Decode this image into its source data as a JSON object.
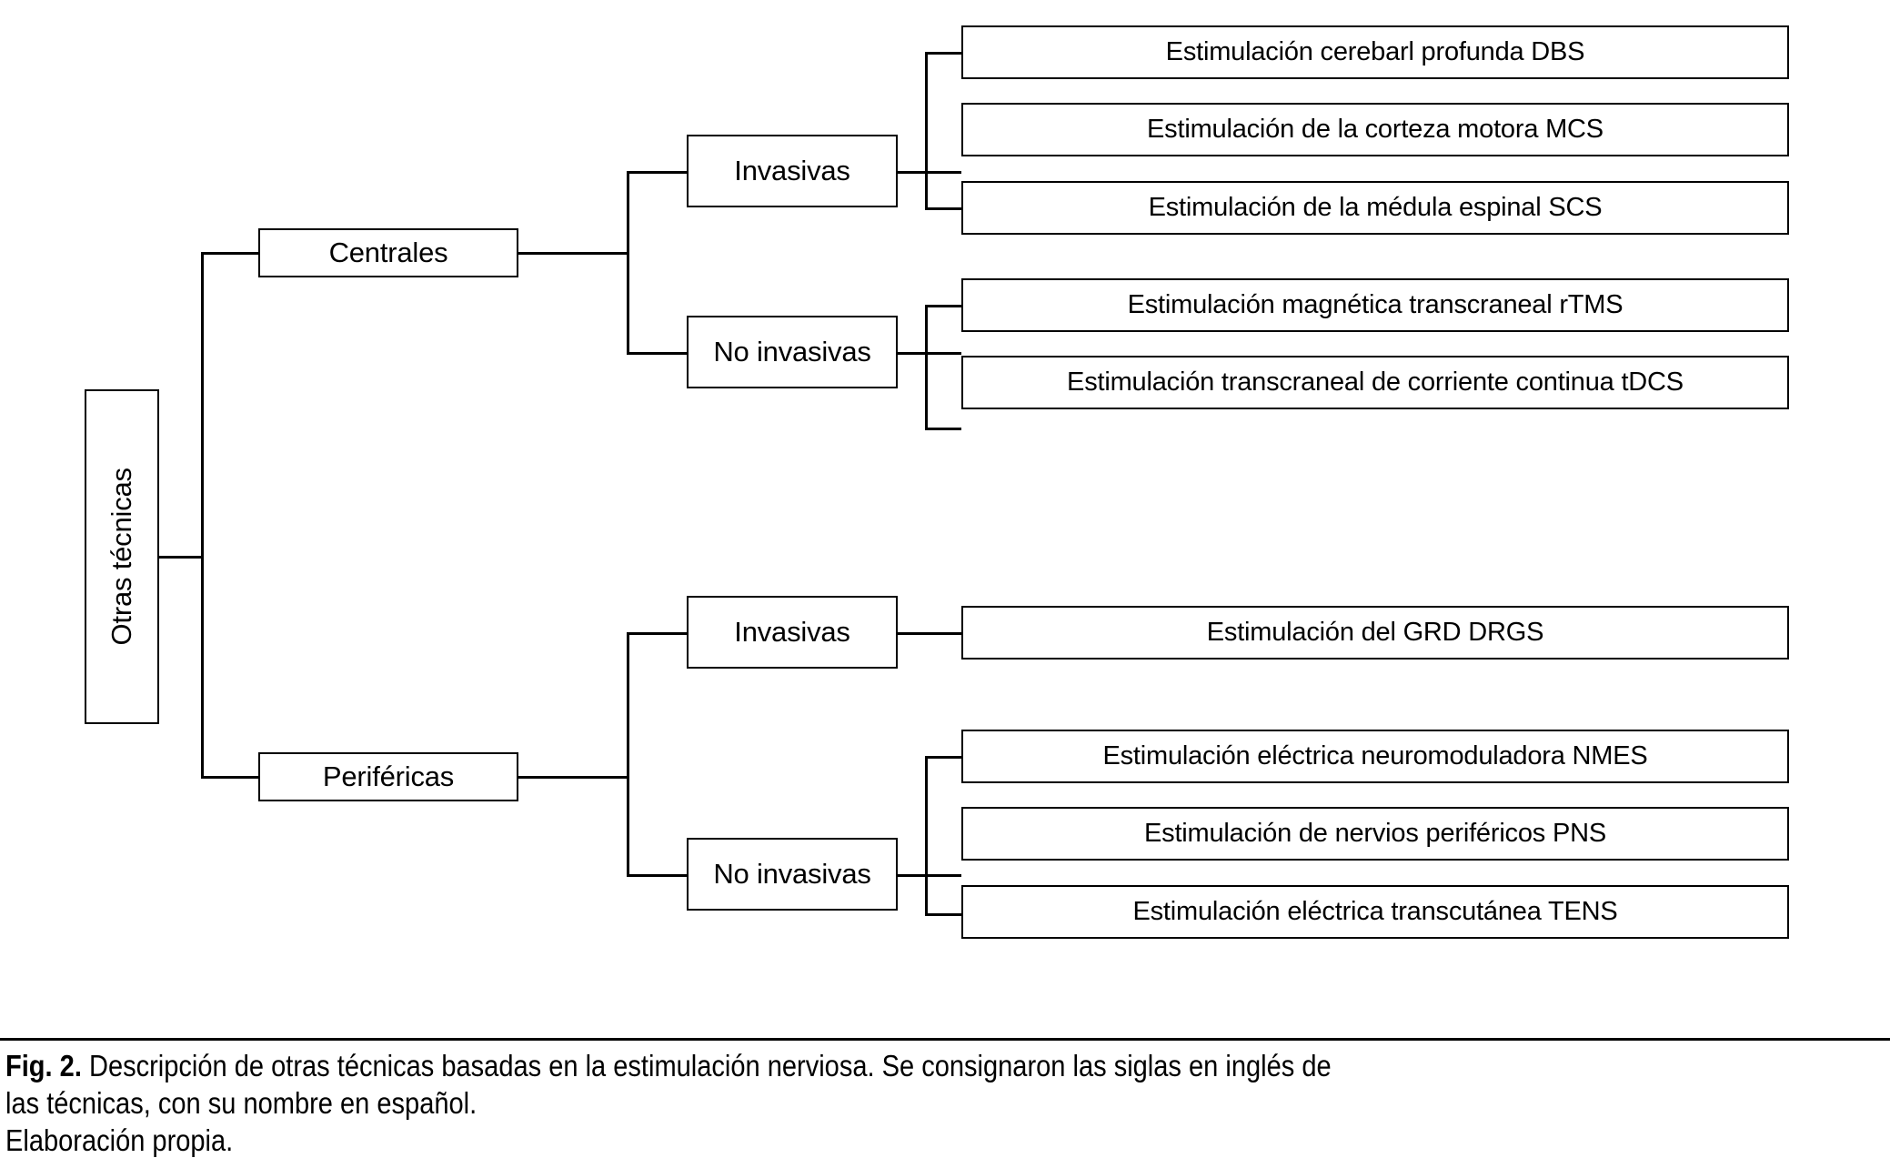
{
  "figure": {
    "id": "fig-2",
    "caption_label": "Fig. 2.",
    "caption_line1": " Descripción de otras técnicas basadas en la estimulación nerviosa. Se consignaron las siglas en inglés de",
    "caption_line2": "las técnicas, con su nombre en español.",
    "caption_line3": "Elaboración propia.",
    "line_color": "#000000",
    "background_color": "#ffffff"
  },
  "diagram": {
    "type": "tree",
    "root": {
      "label": "Otras técnicas",
      "orientation": "vertical-text"
    },
    "branches": [
      {
        "label": "Centrales",
        "children": [
          {
            "label": "Invasivas",
            "leaves": [
              {
                "label": "Estimulación cerebarl profunda DBS"
              },
              {
                "label": "Estimulación de la corteza motora MCS"
              },
              {
                "label": "Estimulación de la médula espinal SCS"
              }
            ]
          },
          {
            "label": "No invasivas",
            "leaves": [
              {
                "label": "Estimulación magnética transcraneal rTMS"
              },
              {
                "label": "Estimulación transcraneal de corriente continua tDCS"
              }
            ]
          }
        ]
      },
      {
        "label": "Periféricas",
        "children": [
          {
            "label": "Invasivas",
            "leaves": [
              {
                "label": "Estimulación del GRD DRGS"
              }
            ]
          },
          {
            "label": "No invasivas",
            "leaves": [
              {
                "label": "Estimulación eléctrica neuromoduladora NMES"
              },
              {
                "label": "Estimulación de nervios periféricos PNS"
              },
              {
                "label": "Estimulación eléctrica transcutánea TENS"
              }
            ]
          }
        ]
      }
    ]
  }
}
